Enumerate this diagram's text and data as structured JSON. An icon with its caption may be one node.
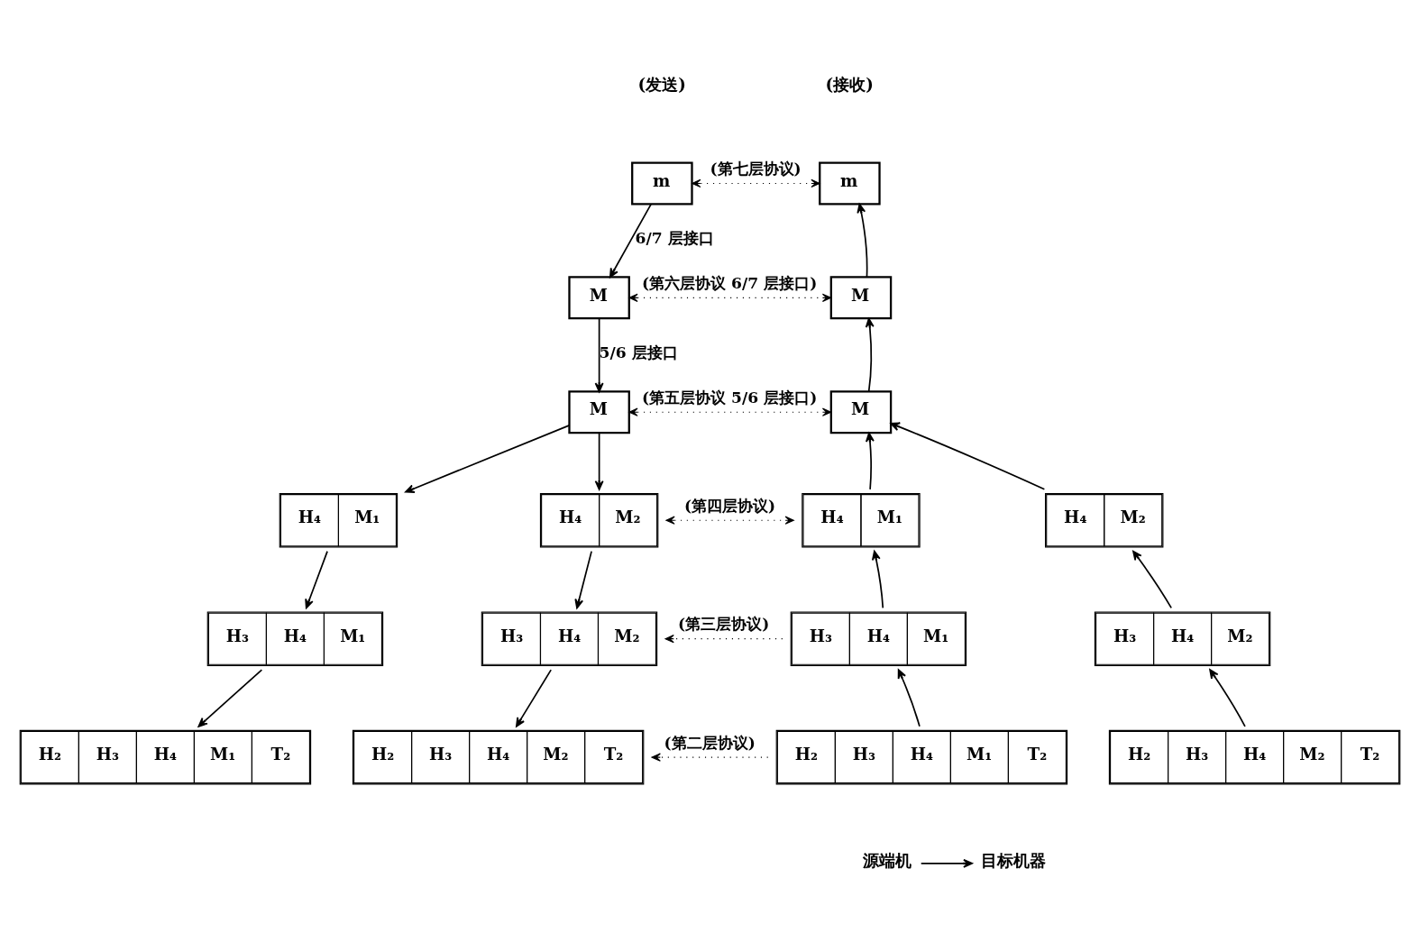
{
  "diagram": {
    "nodes": [
      {
        "text": [
          "m"
        ]
      },
      {
        "text": [
          "m"
        ]
      },
      {
        "text": [
          "M"
        ]
      },
      {
        "text": [
          "M"
        ]
      },
      {
        "text": [
          "M"
        ]
      },
      {
        "text": [
          "M"
        ]
      },
      {
        "text": [
          "H₄",
          "M₁"
        ]
      },
      {
        "text": [
          "H₄",
          "M₂"
        ]
      },
      {
        "text": [
          "H₄",
          "M₁"
        ]
      },
      {
        "text": [
          "H₄",
          "M₂"
        ]
      },
      {
        "text": [
          "H₃",
          "H₄",
          "M₁"
        ]
      },
      {
        "text": [
          "H₃",
          "H₄",
          "M₂"
        ]
      },
      {
        "text": [
          "H₃",
          "H₄",
          "M₁"
        ]
      },
      {
        "text": [
          "H₃",
          "H₄",
          "M₂"
        ]
      },
      {
        "text": [
          "H₂",
          "H₃",
          "H₄",
          "M₁",
          "T₂"
        ]
      },
      {
        "text": [
          "H₂",
          "H₃",
          "H₄",
          "M₂",
          "T₂"
        ]
      },
      {
        "text": [
          "H₂",
          "H₃",
          "H₄",
          "M₁",
          "T₂"
        ]
      },
      {
        "text": [
          "H₂",
          "H₃",
          "H₄",
          "M₂",
          "T₂"
        ]
      },
      {
        "text": [
          "源端机"
        ]
      },
      {
        "text": [
          "目标机器"
        ]
      }
    ],
    "edges": [
      {
        "from": 0,
        "to": 1,
        "arrow": "both",
        "style": "dashed",
        "label": "(第七层协议)"
      },
      {
        "from": 0,
        "to": 2,
        "arrow": "to",
        "label": "6/7 层接口"
      },
      {
        "from": 2,
        "to": 3,
        "arrow": "both",
        "style": "dashed",
        "label": "(第六层协议 6/7 层接口)"
      },
      {
        "from": 3,
        "to": 1,
        "arrow": "to"
      },
      {
        "from": 2,
        "to": 4,
        "arrow": "to",
        "label": "5/6 层接口"
      },
      {
        "from": 4,
        "to": 5,
        "arrow": "both",
        "style": "dashed",
        "label": "(第五层协议 5/6 层接口)"
      },
      {
        "from": 5,
        "to": 3,
        "arrow": "to"
      },
      {
        "from": 4,
        "to": 6,
        "arrow": "to"
      },
      {
        "from": 4,
        "to": 7,
        "arrow": "to"
      },
      {
        "from": 8,
        "to": 5,
        "arrow": "to"
      },
      {
        "from": 9,
        "to": 5,
        "arrow": "to"
      },
      {
        "from": 7,
        "to": 8,
        "arrow": "both",
        "style": "dashed",
        "label": "(第四层协议)"
      },
      {
        "from": 6,
        "to": 10,
        "arrow": "to"
      },
      {
        "from": 7,
        "to": 11,
        "arrow": "to"
      },
      {
        "from": 12,
        "to": 8,
        "arrow": "to"
      },
      {
        "from": 13,
        "to": 9,
        "arrow": "to"
      },
      {
        "from": 12,
        "to": 11,
        "arrow": "to",
        "style": "dashed",
        "label": "(第三层协议)"
      },
      {
        "from": 10,
        "to": 14,
        "arrow": "to"
      },
      {
        "from": 11,
        "to": 15,
        "arrow": "to"
      },
      {
        "from": 16,
        "to": 12,
        "arrow": "to"
      },
      {
        "from": 17,
        "to": 13,
        "arrow": "to"
      },
      {
        "from": 16,
        "to": 15,
        "arrow": "to",
        "style": "dashed",
        "label": "(第二层协议)"
      },
      {
        "from": 18,
        "to": 19,
        "arrow": "to"
      }
    ],
    "labels": [
      "(发送)",
      "(接收)"
    ]
  }
}
